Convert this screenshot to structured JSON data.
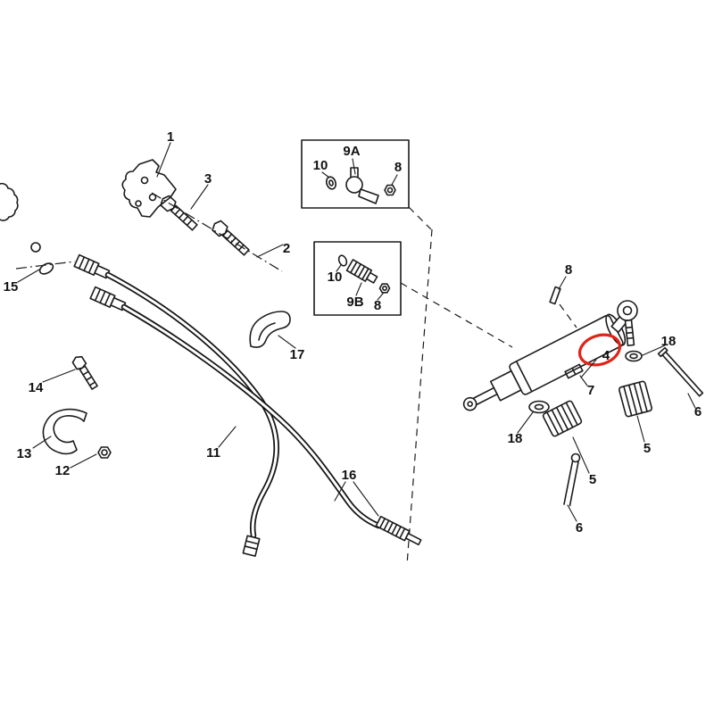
{
  "diagram": {
    "type": "exploded-parts-diagram",
    "description": "Steering cable and tie rod exploded parts diagram",
    "background_color": "#ffffff",
    "line_color": "#1b1b1b",
    "highlight_color": "#e02418",
    "highlighted_part": "4",
    "labels": [
      {
        "id": "part-1",
        "text": "1"
      },
      {
        "id": "part-3",
        "text": "3"
      },
      {
        "id": "part-2",
        "text": "2"
      },
      {
        "id": "part-15",
        "text": "15"
      },
      {
        "id": "part-14",
        "text": "14"
      },
      {
        "id": "part-13",
        "text": "13"
      },
      {
        "id": "part-12",
        "text": "12"
      },
      {
        "id": "part-11",
        "text": "11"
      },
      {
        "id": "part-17",
        "text": "17"
      },
      {
        "id": "part-16",
        "text": "16"
      },
      {
        "id": "part-9A",
        "text": "9A"
      },
      {
        "id": "part-10-box1",
        "text": "10"
      },
      {
        "id": "part-8-box1",
        "text": "8"
      },
      {
        "id": "part-10-box2",
        "text": "10"
      },
      {
        "id": "part-9B",
        "text": "9B"
      },
      {
        "id": "part-8-box2",
        "text": "8"
      },
      {
        "id": "part-8-right",
        "text": "8"
      },
      {
        "id": "part-4",
        "text": "4"
      },
      {
        "id": "part-18-right",
        "text": "18"
      },
      {
        "id": "part-6-right",
        "text": "6"
      },
      {
        "id": "part-5-right",
        "text": "5"
      },
      {
        "id": "part-7",
        "text": "7"
      },
      {
        "id": "part-18-left",
        "text": "18"
      },
      {
        "id": "part-5-lower",
        "text": "5"
      },
      {
        "id": "part-6-lower",
        "text": "6"
      }
    ]
  }
}
